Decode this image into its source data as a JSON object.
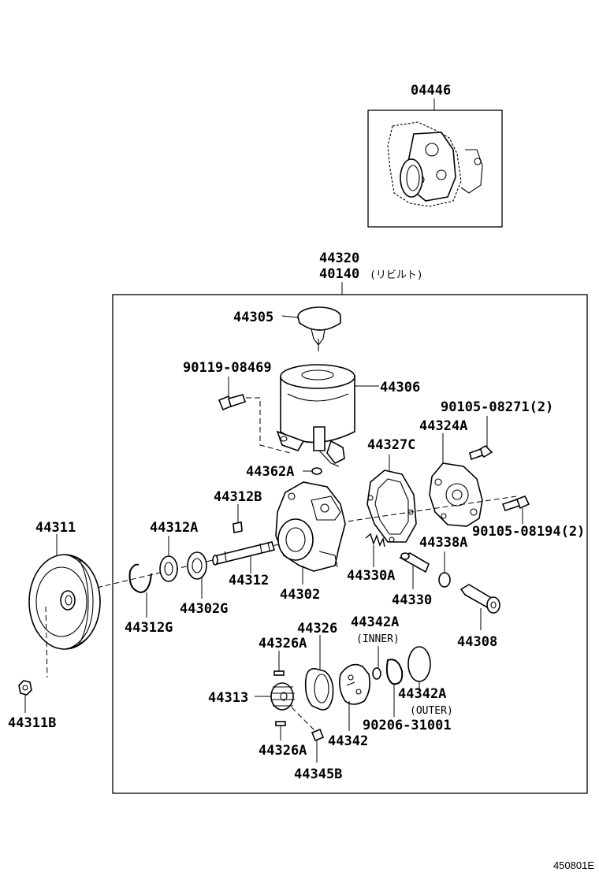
{
  "diagram_ref": "450801E",
  "parts": {
    "gasket_kit": "04446",
    "pump_assy_1": "44320",
    "pump_assy_2": "40140",
    "pump_assy_2_note": "(リビルト)",
    "reservoir_cap": "44305",
    "bolt_reservoir": "90119-08469",
    "reservoir_tank": "44306",
    "bolt_cover": "90105-08271(2)",
    "rear_cover": "44324A",
    "gasket_cover": "44327C",
    "oring_362": "44362A",
    "washer_312b": "44312B",
    "bolt_cover_2": "90105-08194(2)",
    "oring_338": "44338A",
    "pulley": "44311",
    "bearing": "44312A",
    "shaft": "44312",
    "pump_body": "44302",
    "valve_spring": "44330A",
    "flow_valve": "44330",
    "union_fitting": "44308",
    "snap_ring": "44312G",
    "oil_seal": "44302G",
    "cam_ring": "44326",
    "vane_a_top": "44326A",
    "pin_inner": "44342A",
    "pin_inner_note": "(INNER)",
    "rotor": "44313",
    "pin_outer": "44342A",
    "pin_outer_note": "(OUTER)",
    "snap_ring_2": "90206-31001",
    "side_plate": "44342",
    "vane_a_bottom": "44326A",
    "pin_345": "44345B",
    "pulley_nut": "44311B"
  }
}
